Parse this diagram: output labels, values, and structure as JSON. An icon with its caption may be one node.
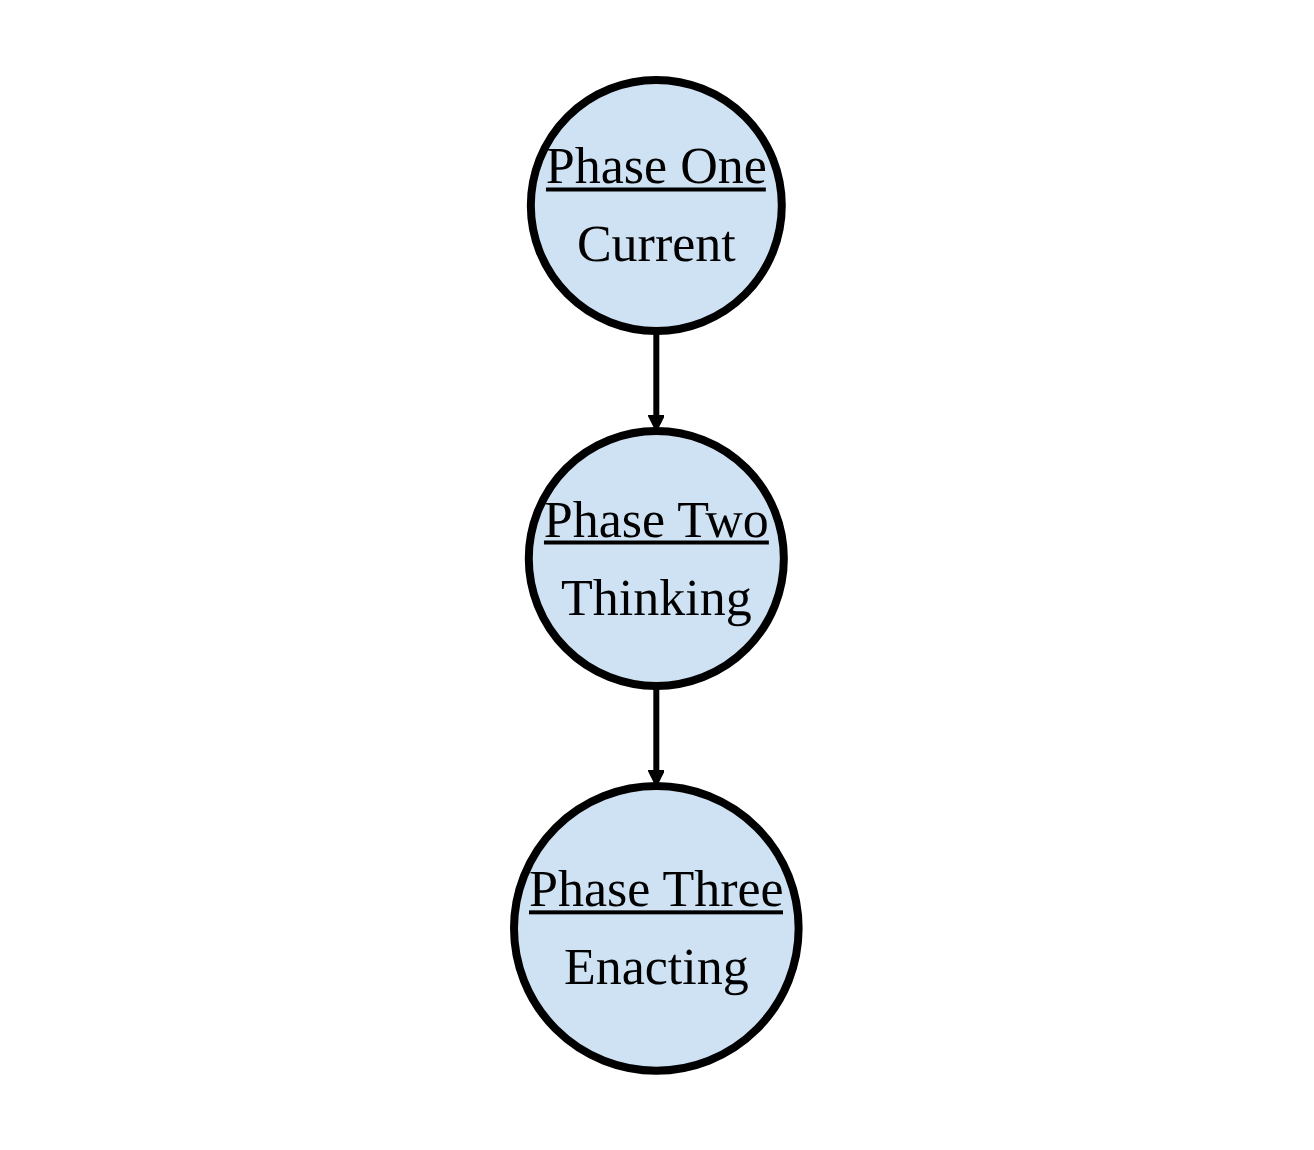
{
  "diagram": {
    "nodes": [
      {
        "text": [
          "Phase One",
          "Current"
        ]
      },
      {
        "text": [
          "Phase Two",
          "Thinking"
        ]
      },
      {
        "text": [
          "Phase Three",
          "Enacting"
        ]
      }
    ],
    "edges": [
      {
        "from": 0,
        "to": 1,
        "arrow": "to"
      },
      {
        "from": 1,
        "to": 2,
        "arrow": "to"
      }
    ]
  }
}
